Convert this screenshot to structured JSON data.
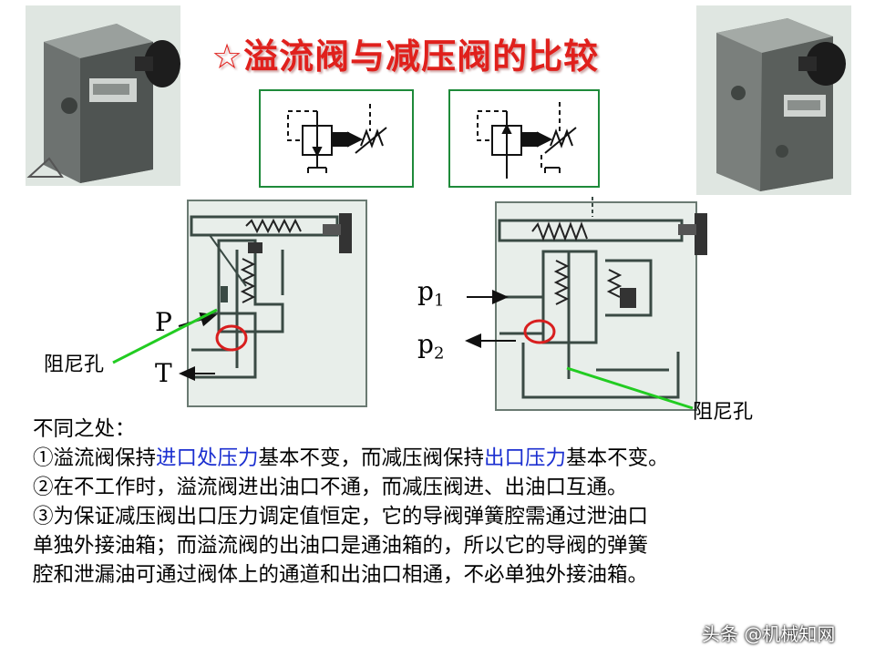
{
  "title": "☆溢流阀与减压阀的比较",
  "labels": {
    "P": "P",
    "T": "T",
    "p1_base": "p",
    "p1_sub": "1",
    "p2_base": "p",
    "p2_sub": "2",
    "damping_left": "阻尼孔",
    "damping_right": "阻尼孔"
  },
  "body": {
    "heading": "不同之处：",
    "item1_pre": "①溢流阀保持",
    "item1_hl1": "进口处压力",
    "item1_mid": "基本不变，而减压阀保持",
    "item1_hl2": "出口压力",
    "item1_post": "基本不变。",
    "item2": "②在不工作时，溢流阀进出油口不通，而减压阀进、出油口互通。",
    "item3_l1": "③为保证减压阀出口压力调定值恒定，它的导阀弹簧腔需通过泄油口",
    "item3_l2": "单独外接油箱；而溢流阀的出油口是通油箱的，所以它的导阀的弹簧",
    "item3_l3": "腔和泄漏油可通过阀体上的通道和出油口相通，不必单独外接油箱。"
  },
  "watermark": "头条 @机械知网",
  "colors": {
    "title": "#e0201c",
    "highlight": "#1b2fd0",
    "leader_line": "#22cc22",
    "symbol_border": "#1e8a3a",
    "circle": "#d81e1e"
  }
}
